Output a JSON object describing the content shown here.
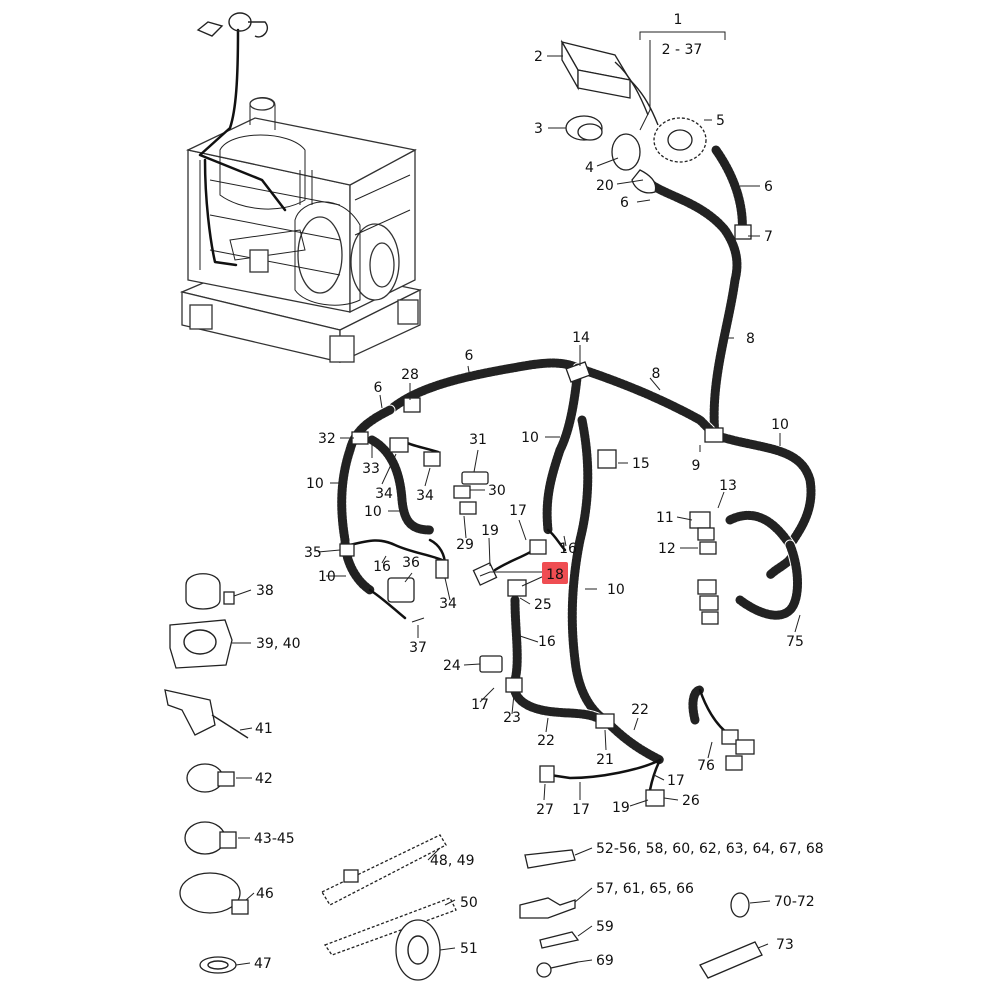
{
  "labels": {
    "l1": "1",
    "l2_37": "2 - 37",
    "l2": "2",
    "l3": "3",
    "l4": "4",
    "l5": "5",
    "l20": "20",
    "l6a": "6",
    "l6b": "6",
    "l7": "7",
    "l8a": "8",
    "l14": "14",
    "l6c": "6",
    "l8b": "8",
    "l28": "28",
    "l6d": "6",
    "l10a": "10",
    "l9": "9",
    "l32": "32",
    "l10b": "10",
    "l31": "31",
    "l33": "33",
    "l34a": "34",
    "l34b": "34",
    "l15": "15",
    "l13": "13",
    "l10c": "10",
    "l30": "30",
    "l10d": "10",
    "l11": "11",
    "l17a": "17",
    "l19a": "19",
    "l29": "29",
    "l16a": "16",
    "l12": "12",
    "l35": "35",
    "l10e": "10",
    "l16b": "16",
    "l36": "36",
    "l34c": "34",
    "l18": "18",
    "l10f": "10",
    "l25": "25",
    "l75": "75",
    "l38": "38",
    "l39_40": "39, 40",
    "l37": "37",
    "l16c": "16",
    "l24": "24",
    "l17b": "17",
    "l23": "23",
    "l41": "41",
    "l22a": "22",
    "l22b": "22",
    "l21": "21",
    "l76": "76",
    "l42": "42",
    "l17c": "17",
    "l27": "27",
    "l17d": "17",
    "l19b": "19",
    "l26": "26",
    "l43_45": "43-45",
    "l48_49": "48, 49",
    "l52_68": "52-56, 58, 60, 62, 63, 64, 67, 68",
    "l46": "46",
    "l57_66": "57, 61, 65, 66",
    "l50": "50",
    "l70_72": "70-72",
    "l59": "59",
    "l51": "51",
    "l73": "73",
    "l47": "47",
    "l69": "69"
  },
  "highlight": {
    "label": "18",
    "color": "#ef4d52"
  }
}
